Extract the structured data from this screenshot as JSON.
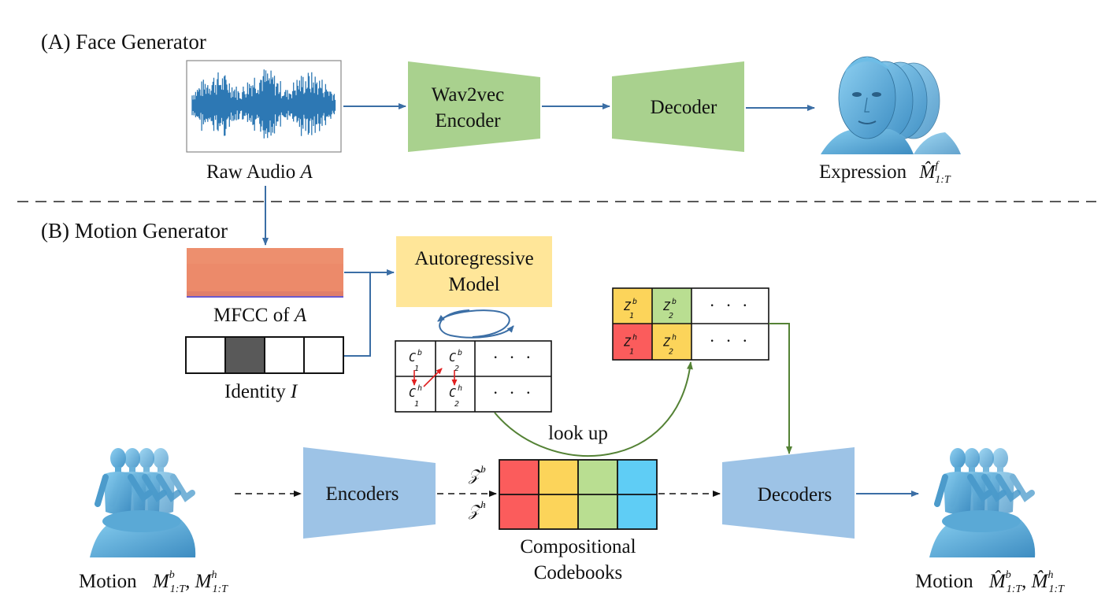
{
  "sections": {
    "face_title": "(A) Face Generator",
    "motion_title": "(B) Motion Generator"
  },
  "face": {
    "raw_audio_label": "Raw Audio ",
    "raw_audio_var": "A",
    "encoder_line1": "Wav2vec",
    "encoder_line2": "Encoder",
    "decoder": "Decoder",
    "expression_label": "Expression",
    "expression_math": "M̂",
    "expression_sup": "f",
    "expression_sub": "1:T"
  },
  "motion": {
    "mfcc_label": "MFCC of ",
    "mfcc_var": "A",
    "identity_label": "Identity ",
    "identity_var": "I",
    "autoregressive_line1": "Autoregressive",
    "autoregressive_line2": "Model",
    "lookup_label": "look up",
    "encoders": "Encoders",
    "decoders": "Decoders",
    "codebooks_line1": "Compositional",
    "codebooks_line2": "Codebooks",
    "z_body": "𝒵",
    "z_body_sup": "b",
    "z_hand": "𝒵",
    "z_hand_sup": "h",
    "motion_in_label": "Motion",
    "motion_in_math": "M",
    "motion_out_label": "Motion",
    "motion_out_math": "M̂",
    "ellipsis": "· · ·",
    "token_grid": [
      [
        {
          "base": "C",
          "sup": "b",
          "sub": "1"
        },
        {
          "base": "C",
          "sup": "b",
          "sub": "2"
        }
      ],
      [
        {
          "base": "C",
          "sup": "h",
          "sub": "1"
        },
        {
          "base": "C",
          "sup": "h",
          "sub": "2"
        }
      ]
    ],
    "z_grid": [
      [
        {
          "base": "Z",
          "sup": "b",
          "sub": "1",
          "color": "#fcd45a"
        },
        {
          "base": "Z",
          "sup": "b",
          "sub": "2",
          "color": "#b9de91"
        }
      ],
      [
        {
          "base": "Z",
          "sup": "h",
          "sub": "1",
          "color": "#fb5c5c"
        },
        {
          "base": "Z",
          "sup": "h",
          "sub": "2",
          "color": "#fcd45a"
        }
      ]
    ],
    "codebook_colors": [
      "#fb5c5c",
      "#fcd45a",
      "#b9de91",
      "#5fcdf5"
    ]
  },
  "colors": {
    "green_block": "#a9d18e",
    "blue_block": "#9dc3e6",
    "yellow_block": "#ffe699",
    "arrow_blue": "#3b6ea5",
    "arrow_green": "#548235",
    "arrow_red": "#e02020",
    "figure_blue": "#5aa9d6",
    "mfcc": "#ec8a6a",
    "identity_filled": "#595959"
  }
}
